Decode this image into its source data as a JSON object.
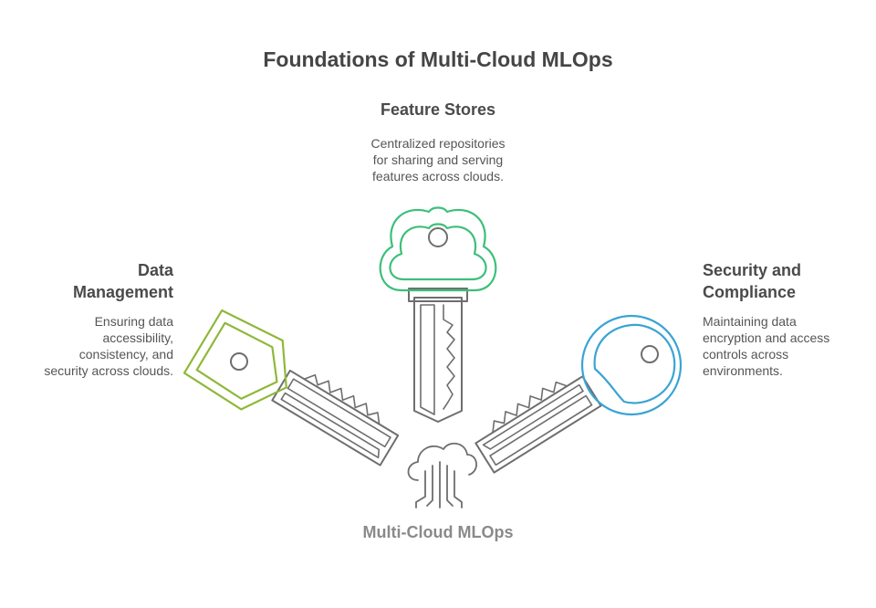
{
  "title": "Foundations of Multi-Cloud MLOps",
  "items": [
    {
      "heading": "Feature Stores",
      "description": "Centralized repositories\nfor sharing and serving\nfeatures across clouds.",
      "color": "#3dbf7a",
      "icon": "cloud-key-icon"
    },
    {
      "heading": "Data\nManagement",
      "description": "Ensuring data\naccessibility,\nconsistency, and\nsecurity across clouds.",
      "color": "#8fb83a",
      "icon": "pentagon-key-icon"
    },
    {
      "heading": "Security and\nCompliance",
      "description": "Maintaining data\nencryption and access\ncontrols across\nenvironments.",
      "color": "#3aa4d4",
      "icon": "round-key-icon"
    }
  ],
  "center_label": "Multi-Cloud MLOps",
  "center_icon": "cloud-circuit-icon",
  "stroke_color": "#6e6e6e"
}
